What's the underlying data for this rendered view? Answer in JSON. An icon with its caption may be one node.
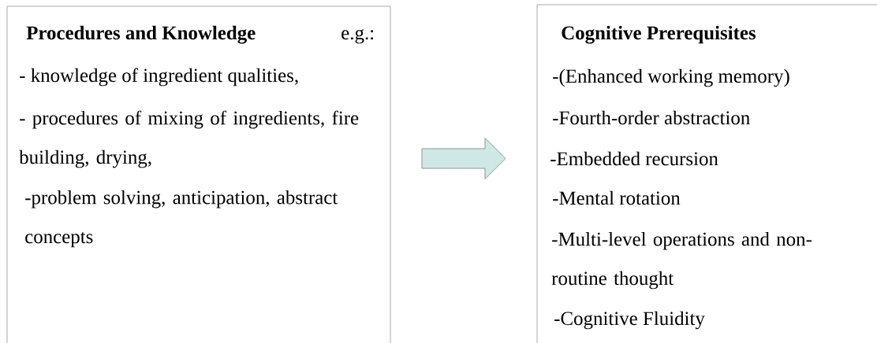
{
  "diagram": {
    "nodes": [
      {
        "text": [
          "Procedures and Knowledge",
          "e.g.:",
          "- knowledge of ingredient qualities,",
          "- procedures of mixing of ingredients, fire building, drying,",
          "-problem solving, anticipation, abstract concepts"
        ]
      },
      {
        "text": [
          "Cognitive Prerequisites",
          "-(Enhanced working memory)",
          "-Fourth-order abstraction",
          "-Embedded recursion",
          "-Mental rotation",
          "-Multi-level operations and non-routine thought",
          "-Cognitive Fluidity"
        ]
      }
    ],
    "edges": [
      {
        "from": 0,
        "to": 1,
        "arrow": "to"
      }
    ]
  }
}
